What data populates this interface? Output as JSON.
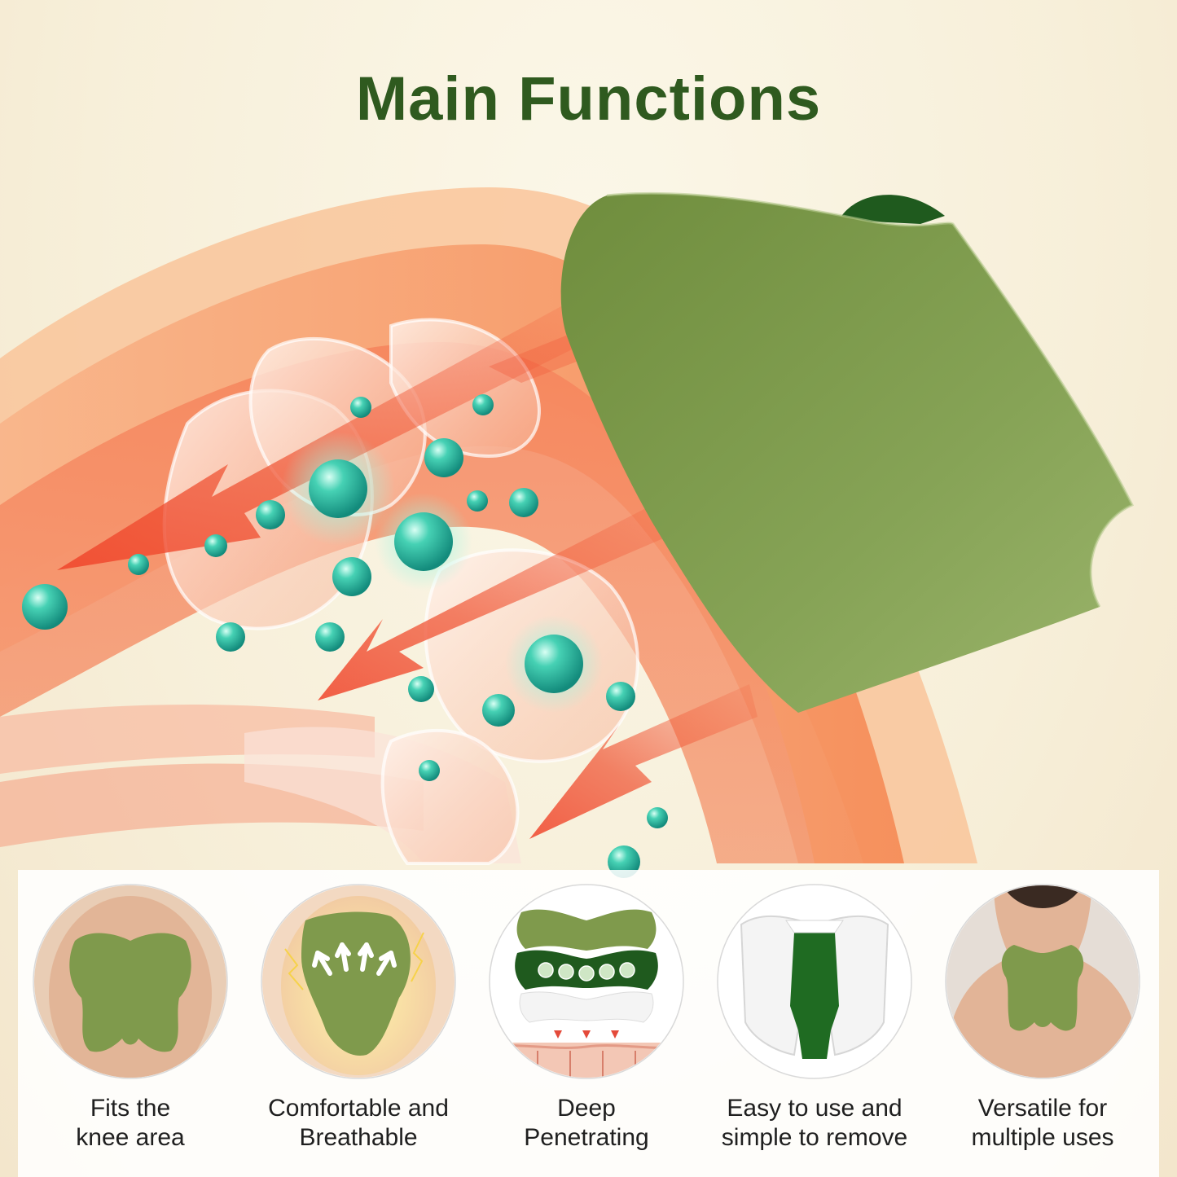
{
  "title": "Main Functions",
  "colors": {
    "title_green": "#2f5a1f",
    "patch_green": "#7f9a4c",
    "dark_green": "#1f5a1e",
    "arrow_red": "#f05a3a",
    "molecule_teal": "#2fc0a7",
    "muscle_orange": "#f48a4b"
  },
  "features": [
    {
      "line1": "Fits the",
      "line2": "knee area",
      "icon": "knee-patch-icon"
    },
    {
      "line1": "Comfortable and",
      "line2": "Breathable",
      "icon": "breathable-arrows-icon"
    },
    {
      "line1": "Deep",
      "line2": "Penetrating",
      "icon": "layered-patch-icon"
    },
    {
      "line1": "Easy to use and",
      "line2": "simple to remove",
      "icon": "peel-backing-icon"
    },
    {
      "line1": "Versatile for",
      "line2": "multiple uses",
      "icon": "neck-patch-icon"
    }
  ]
}
